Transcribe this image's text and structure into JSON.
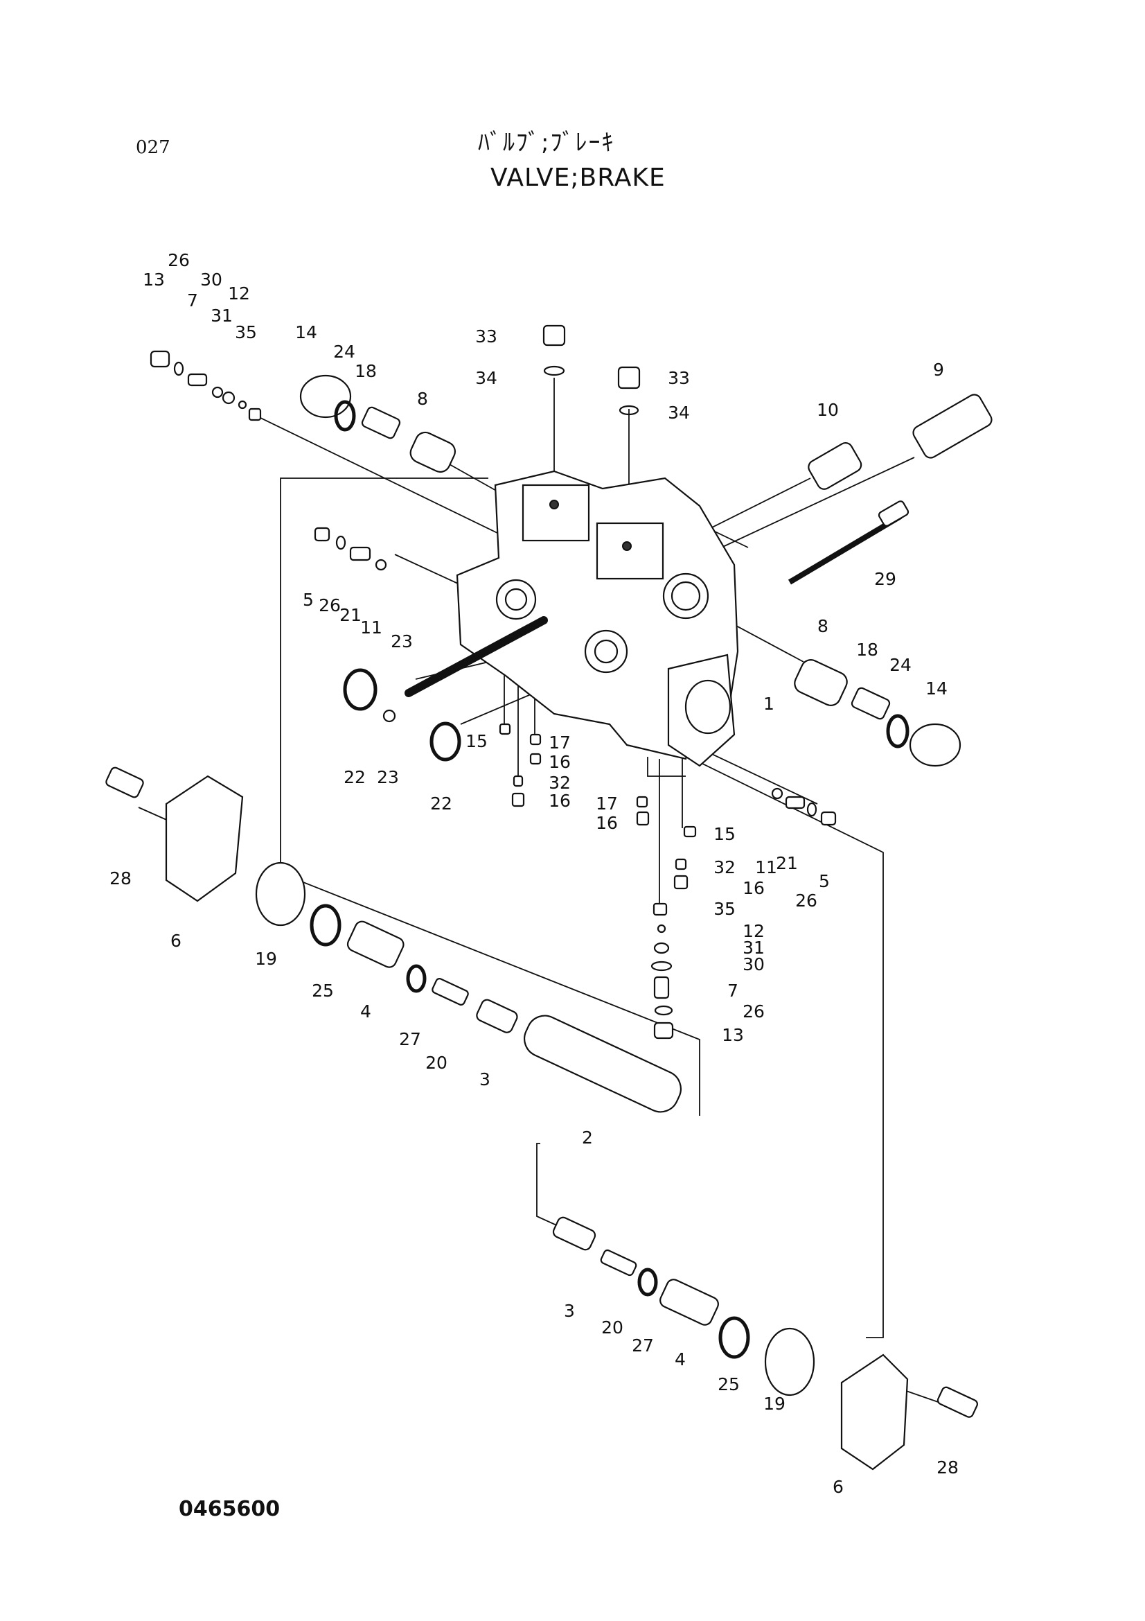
{
  "header": {
    "page_number": "027",
    "title_jp": "ﾊﾞﾙﾌﾞ;ﾌﾞﾚｰｷ",
    "title_en": "VALVE;BRAKE"
  },
  "footer": {
    "figure_number": "0465600"
  },
  "callouts": [
    "13",
    "26",
    "7",
    "30",
    "31",
    "12",
    "35",
    "14",
    "24",
    "18",
    "8",
    "33",
    "34",
    "33",
    "34",
    "10",
    "9",
    "5",
    "26",
    "21",
    "11",
    "29",
    "23",
    "22",
    "23",
    "22",
    "15",
    "17",
    "16",
    "32",
    "16",
    "8",
    "18",
    "24",
    "14",
    "1",
    "17",
    "16",
    "15",
    "11",
    "21",
    "26",
    "5",
    "32",
    "16",
    "35",
    "12",
    "31",
    "30",
    "7",
    "26",
    "13",
    "28",
    "6",
    "19",
    "25",
    "4",
    "27",
    "20",
    "3",
    "2",
    "3",
    "20",
    "27",
    "4",
    "25",
    "19",
    "6",
    "28"
  ]
}
